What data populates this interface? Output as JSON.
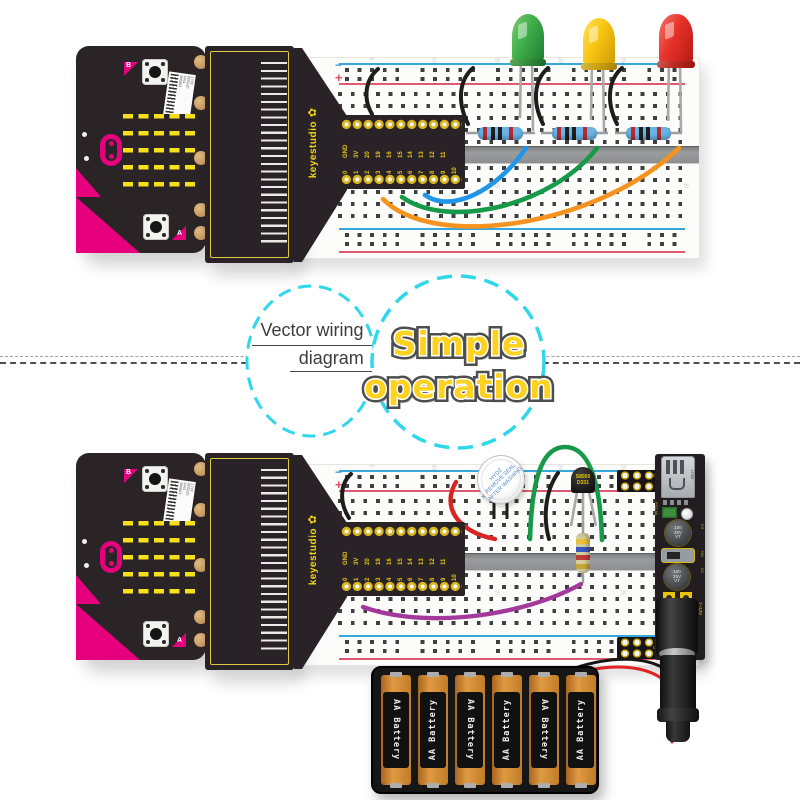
{
  "callouts": {
    "left": {
      "line1": "Vector wiring",
      "line2": "diagram"
    },
    "right": {
      "line1": "Simple",
      "line2": "operation"
    },
    "accent_color": "#2fd7ea",
    "bubble_fill": "#ffd21f",
    "bubble_outline": "#4e4e4e"
  },
  "brand": {
    "name": "keyestudio",
    "logo_color": "#f2d614",
    "board_pink": "#e6007d"
  },
  "microbit": {
    "button_b": "B",
    "button_a": "A",
    "sticker_lines": [
      "400863",
      "1461",
      "B05120",
      "1742"
    ]
  },
  "adapter": {
    "top_pins": [
      "GND",
      "3V",
      "20",
      "19",
      "16",
      "15",
      "14",
      "13",
      "12",
      "11"
    ],
    "bottom_pins": [
      "0",
      "1",
      "2",
      "3",
      "4",
      "5",
      "6",
      "7",
      "8",
      "9",
      "10"
    ]
  },
  "breadboard": {
    "row_letter_top": "j",
    "row_letters_bottom": [
      "c",
      "b",
      "a"
    ],
    "column_numbers": [
      "5",
      "10",
      "15",
      "20",
      "25",
      "30"
    ],
    "minus": "−",
    "plus": "+",
    "rail_blue": "#37a8da",
    "rail_red": "#df5a70"
  },
  "leds": {
    "green": "#3fae49",
    "yellow": "#f7c611",
    "red": "#e63228"
  },
  "wire_colors": {
    "blue": "#2196e8",
    "green": "#169a49",
    "orange": "#f6921e",
    "purple": "#a2399b",
    "red": "#d9251f",
    "black": "#1b1b1b"
  },
  "buzzer": {
    "lines": [
      "HYDZ",
      "REMOVE SEAL",
      "AFTER WASHING"
    ],
    "plus": "+"
  },
  "transistor": {
    "line1": "S8050",
    "line2": "D331"
  },
  "power_module": {
    "usb": "USB",
    "fuse": "FS1.5A",
    "cap_lines": [
      "100",
      "25V",
      "VT"
    ],
    "input": "7~12V",
    "header_top": [
      "GND",
      "A5+"
    ],
    "header_bottom": [
      "GND"
    ],
    "side_labels": [
      "C3",
      "+5V",
      "C1"
    ]
  },
  "battery_pack": {
    "cell_label": "AA Battery",
    "cells": 6
  }
}
